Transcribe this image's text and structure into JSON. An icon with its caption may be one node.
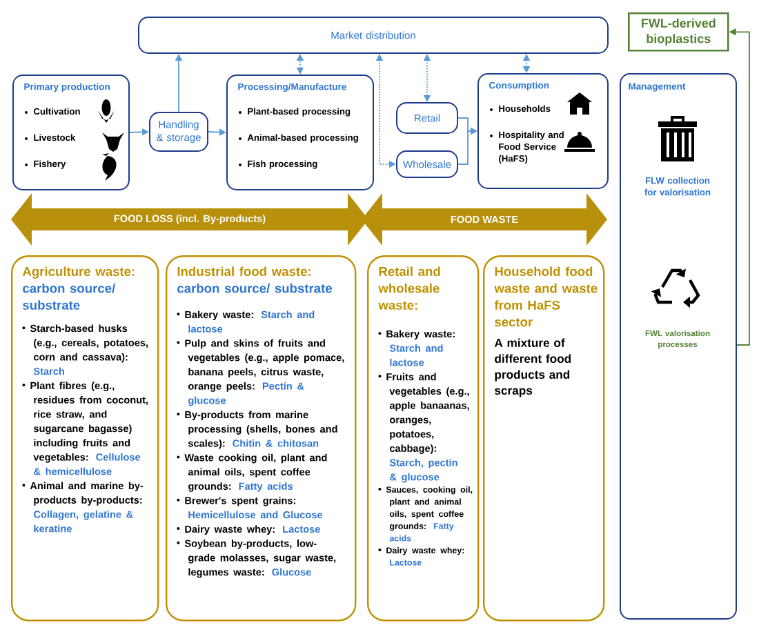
{
  "diagram": {
    "nodes": [
      {
        "text": [
          "Market distribution"
        ]
      },
      {
        "text": [
          "Primary production",
          "Cultivation",
          "Livestock",
          "Fishery"
        ]
      },
      {
        "text": [
          "Handling & storage"
        ]
      },
      {
        "text": [
          "Processing/Manufacture",
          "Plant-based processing",
          "Animal-based processing",
          "Fish processing"
        ]
      },
      {
        "text": [
          "Retail"
        ]
      },
      {
        "text": [
          "Wholesale"
        ]
      },
      {
        "text": [
          "Consumption",
          "Households",
          "Hospitality and Food Service (HaFS)"
        ]
      },
      {
        "text": [
          "Management",
          "FLW collection for valorisation",
          "FWL valorisation processes"
        ]
      },
      {
        "text": [
          "FWL-derived bioplastics"
        ]
      },
      {
        "text": [
          "FOOD LOSS (incl. By-products)"
        ]
      },
      {
        "text": [
          "FOOD WASTE"
        ]
      },
      {
        "text": [
          "Agriculture waste:",
          "carbon source/ substrate",
          "Starch-based husks (e.g., cereals, potatoes, corn and cassava):",
          "Starch",
          "Plant fibres (e.g., residues from coconut, rice straw, and sugarcane bagasse) including fruits and vegetables:",
          "Cellulose & hemicellulose",
          "Animal and marine by-products by-products:",
          "Collagen, gelatine & keratine"
        ]
      },
      {
        "text": [
          "Industrial food waste:",
          "carbon source/ substrate",
          "Bakery waste:",
          "Starch and lactose",
          "Pulp and skins of fruits and vegetables (e.g., apple pomace, banana peels, citrus waste, orange peels:",
          "Pectin & glucose",
          "By-products from marine processing (shells, bones and scales):",
          "Chitin & chitosan",
          "Waste cooking oil, plant and animal oils, spent coffee grounds:",
          "Fatty acids",
          "Brewer's spent grains:",
          "Hemicellulose and Glucose",
          "Dairy waste whey:",
          "Lactose",
          "Soybean by-products, low-grade molasses, sugar waste, legumes waste:",
          "Glucose"
        ]
      },
      {
        "text": [
          "Retail and wholesale waste:",
          "Bakery waste:",
          "Starch and lactose",
          "Fruits and vegetables (e.g., apple banaanas, oranges, potatoes, cabbage):",
          "Starch, pectin & glucose",
          "Sauces, cooking oil, plant and animal oils, spent coffee grounds:",
          "Fatty acids",
          "Dairy waste whey:",
          "Lactose"
        ]
      },
      {
        "text": [
          "Household food waste and waste from HaFS sector",
          "A mixture of different food products and scraps"
        ]
      }
    ],
    "edges": [
      {
        "from": 1,
        "to": 2,
        "arrow": "to"
      },
      {
        "from": 2,
        "to": 3,
        "arrow": "to"
      },
      {
        "from": 2,
        "to": 0,
        "arrow": "to"
      },
      {
        "from": 3,
        "to": 0,
        "arrow": "both",
        "style": "dashed"
      },
      {
        "from": 5,
        "to": 0,
        "arrow": "both",
        "style": "dashed"
      },
      {
        "from": 4,
        "to": 0,
        "arrow": "both",
        "style": "dashed"
      },
      {
        "from": 6,
        "to": 0,
        "arrow": "both",
        "style": "dashed"
      },
      {
        "from": 4,
        "to": 6,
        "arrow": "to"
      },
      {
        "from": 5,
        "to": 6,
        "arrow": "to"
      },
      {
        "from": 7,
        "to": 8,
        "arrow": "to",
        "color": "#548235"
      }
    ]
  }
}
